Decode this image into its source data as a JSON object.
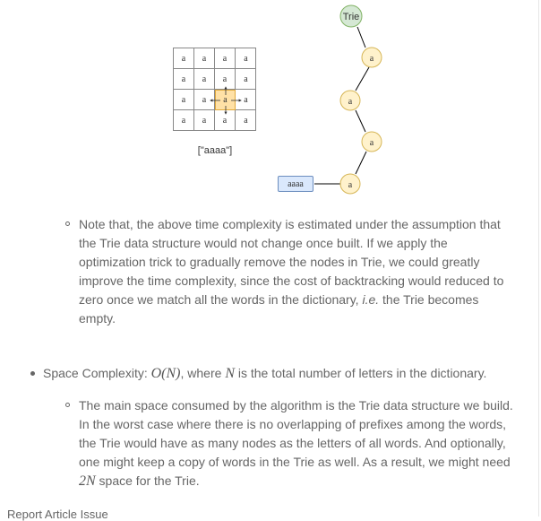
{
  "figure": {
    "grid_cells": [
      [
        "a",
        "a",
        "a",
        "a"
      ],
      [
        "a",
        "a",
        "a",
        "a"
      ],
      [
        "a",
        "a",
        "a",
        "a"
      ],
      [
        "a",
        "a",
        "a",
        "a"
      ]
    ],
    "grid_caption": "[\"aaaa\"]",
    "trie_root": "Trie",
    "trie_nodes": [
      "a",
      "a",
      "a",
      "a"
    ],
    "word_label": "aaaa",
    "colors": {
      "highlight_fill": "#ffe1a6",
      "node_fill": "#fff2cc",
      "node_stroke": "#d6b656",
      "root_fill": "#d5e8d4",
      "root_stroke": "#82b366",
      "word_fill": "#dae8fc",
      "word_stroke": "#6c8ebf"
    }
  },
  "note": {
    "part1": "Note that, the above time complexity is estimated under the assumption that the Trie data structure would not change once built. If we apply the optimization trick to gradually remove the nodes in Trie, we could greatly improve the time complexity, since the cost of backtracking would reduced to zero once we match all the words in the dictionary, ",
    "emph": "i.e.",
    "part2": " the Trie becomes empty."
  },
  "space": {
    "prefix": "Space Complexity: ",
    "math1": "O(N)",
    "mid": ", where ",
    "math2": "N",
    "suffix": " is the total number of letters in the dictionary."
  },
  "space_detail": {
    "part1": "The main space consumed by the algorithm is the Trie data structure we build. In the worst case where there is no overlapping of prefixes among the words, the Trie would have as many nodes as the letters of all words. And optionally, one might keep a copy of words in the Trie as well. As a result, we might need ",
    "math": "2N",
    "part2": " space for the Trie."
  },
  "footer": {
    "link": "Report Article Issue"
  }
}
